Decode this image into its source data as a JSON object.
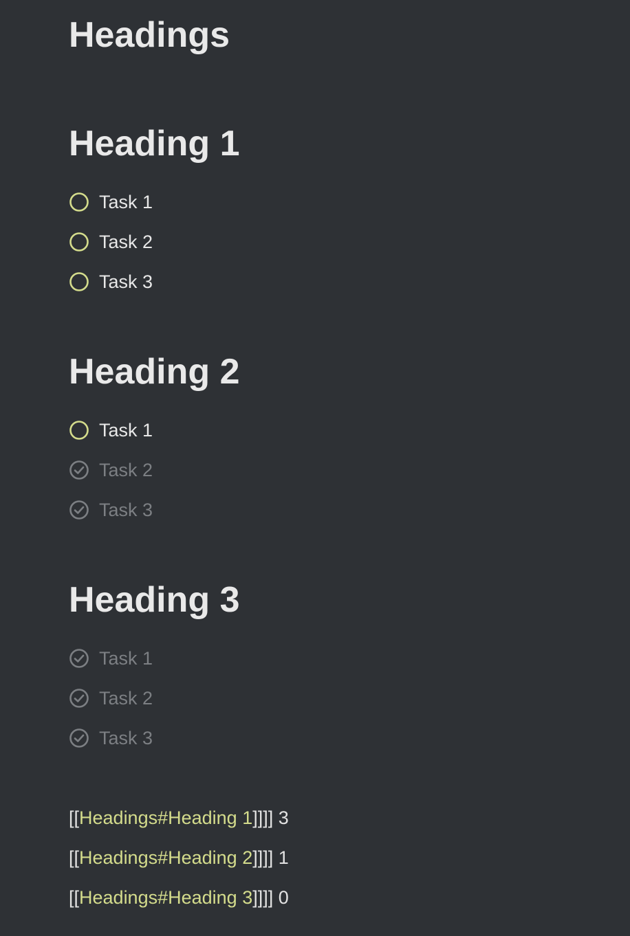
{
  "accent_color": "#d4dc8c",
  "title": "Headings",
  "sections": [
    {
      "heading": "Heading 1",
      "tasks": [
        {
          "label": "Task 1",
          "done": false
        },
        {
          "label": "Task 2",
          "done": false
        },
        {
          "label": "Task 3",
          "done": false
        }
      ]
    },
    {
      "heading": "Heading 2",
      "tasks": [
        {
          "label": "Task 1",
          "done": false
        },
        {
          "label": "Task 2",
          "done": true
        },
        {
          "label": "Task 3",
          "done": true
        }
      ]
    },
    {
      "heading": "Heading 3",
      "tasks": [
        {
          "label": "Task 1",
          "done": true
        },
        {
          "label": "Task 2",
          "done": true
        },
        {
          "label": "Task 3",
          "done": true
        }
      ]
    }
  ],
  "summary": [
    {
      "prefix": "[[",
      "link": "Headings#Heading 1",
      "suffix": "]]]]",
      "count": "3"
    },
    {
      "prefix": "[[",
      "link": "Headings#Heading 2",
      "suffix": "]]]]",
      "count": "1"
    },
    {
      "prefix": "[[",
      "link": "Headings#Heading 3",
      "suffix": "]]]]",
      "count": "0"
    }
  ]
}
